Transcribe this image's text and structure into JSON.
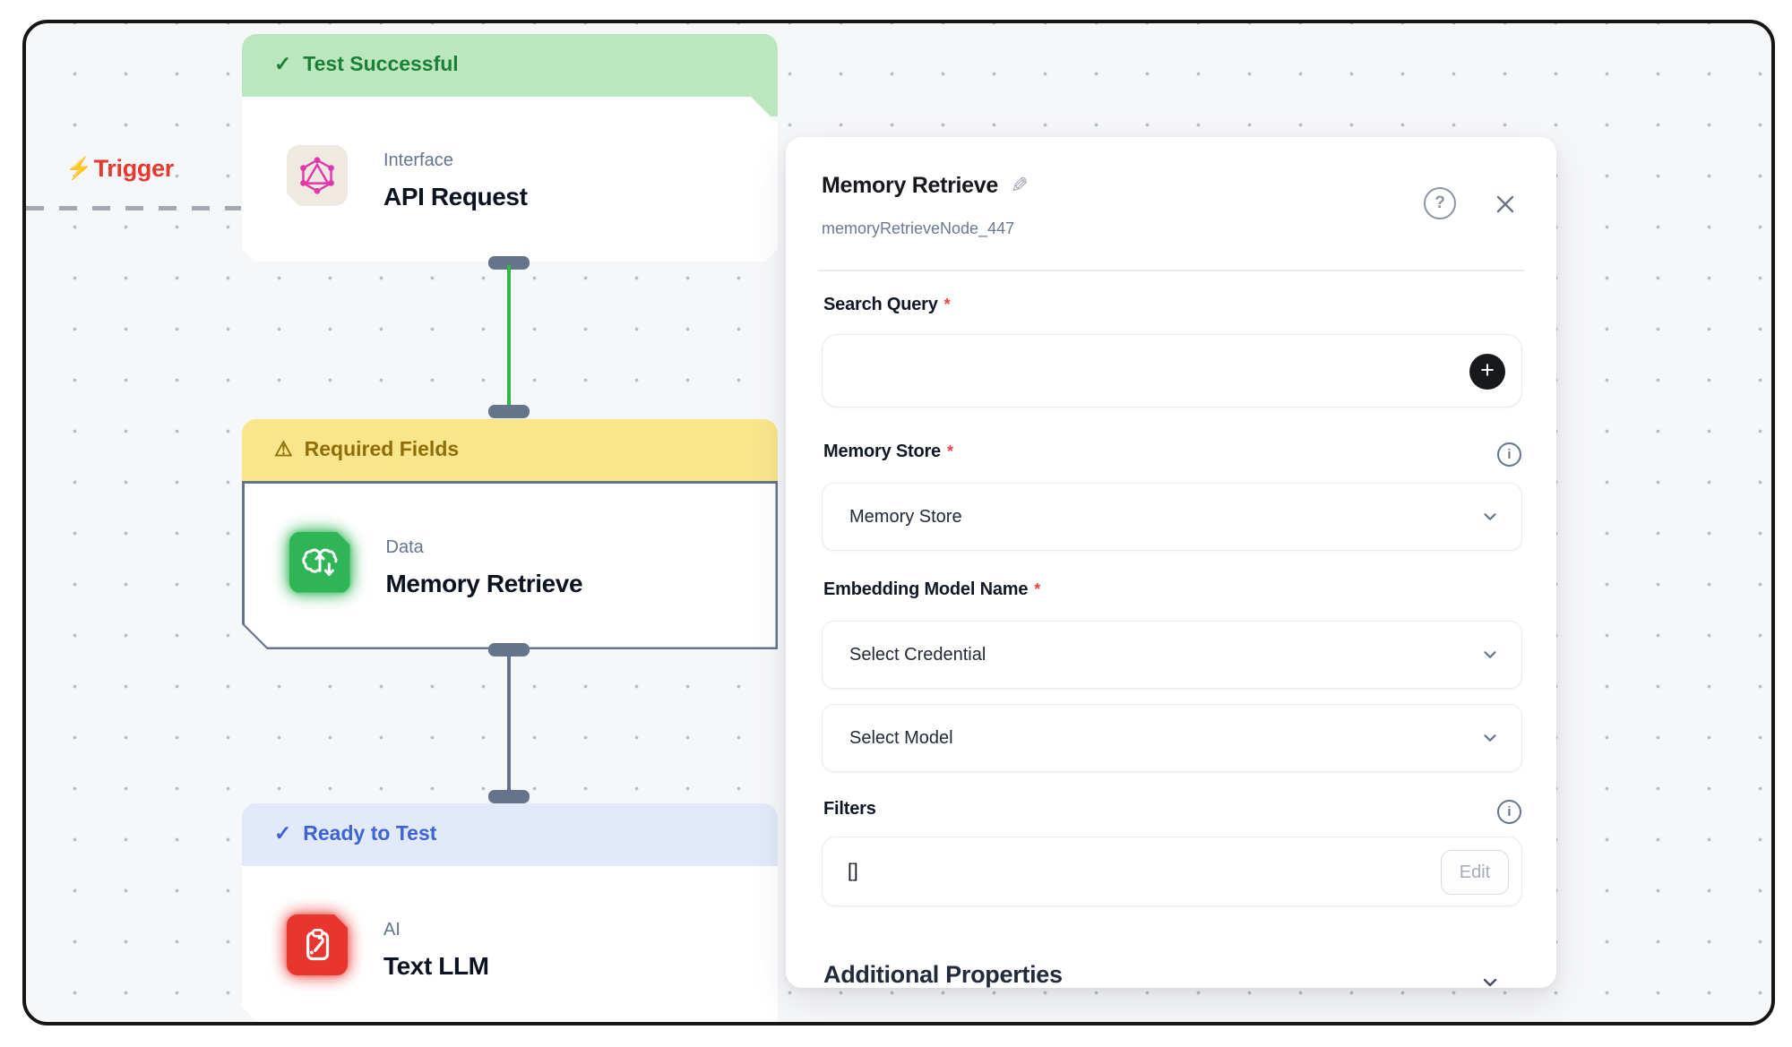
{
  "icons": {
    "lightning": "⚡",
    "check": "✓",
    "warning": "⚠",
    "pencil": "✎",
    "help": "?",
    "info": "i",
    "plus": "+"
  },
  "canvas": {
    "trigger_label": "Trigger",
    "nodes": [
      {
        "status": "Test Successful",
        "category": "Interface",
        "title": "API Request"
      },
      {
        "status": "Required Fields",
        "category": "Data",
        "title": "Memory Retrieve"
      },
      {
        "status": "Ready to Test",
        "category": "AI",
        "title": "Text LLM"
      }
    ]
  },
  "panel": {
    "title": "Memory Retrieve",
    "subtitle": "memoryRetrieveNode_447",
    "required_mark": "*",
    "search_query": {
      "label": "Search Query",
      "value": ""
    },
    "memory_store": {
      "label": "Memory Store",
      "selected": "Memory Store"
    },
    "embedding": {
      "label": "Embedding Model Name",
      "credential": "Select Credential",
      "model": "Select Model"
    },
    "filters": {
      "label": "Filters",
      "value": "[]",
      "edit": "Edit"
    },
    "additional": {
      "label": "Additional Properties"
    }
  },
  "colors": {
    "success_bg": "#BCE7BE",
    "success_text": "#1A8038",
    "warning_bg": "#F9E58C",
    "warning_text": "#8F6E08",
    "ready_bg": "#E2E9FA",
    "ready_text": "#3E63D6",
    "trigger_red": "#E5382F",
    "connector_green": "#2EB842",
    "connector_slate": "#64748B",
    "icon_graphql_pink": "#E535AB",
    "icon_data_green": "#2FB456",
    "icon_ai_red": "#E8352F"
  }
}
